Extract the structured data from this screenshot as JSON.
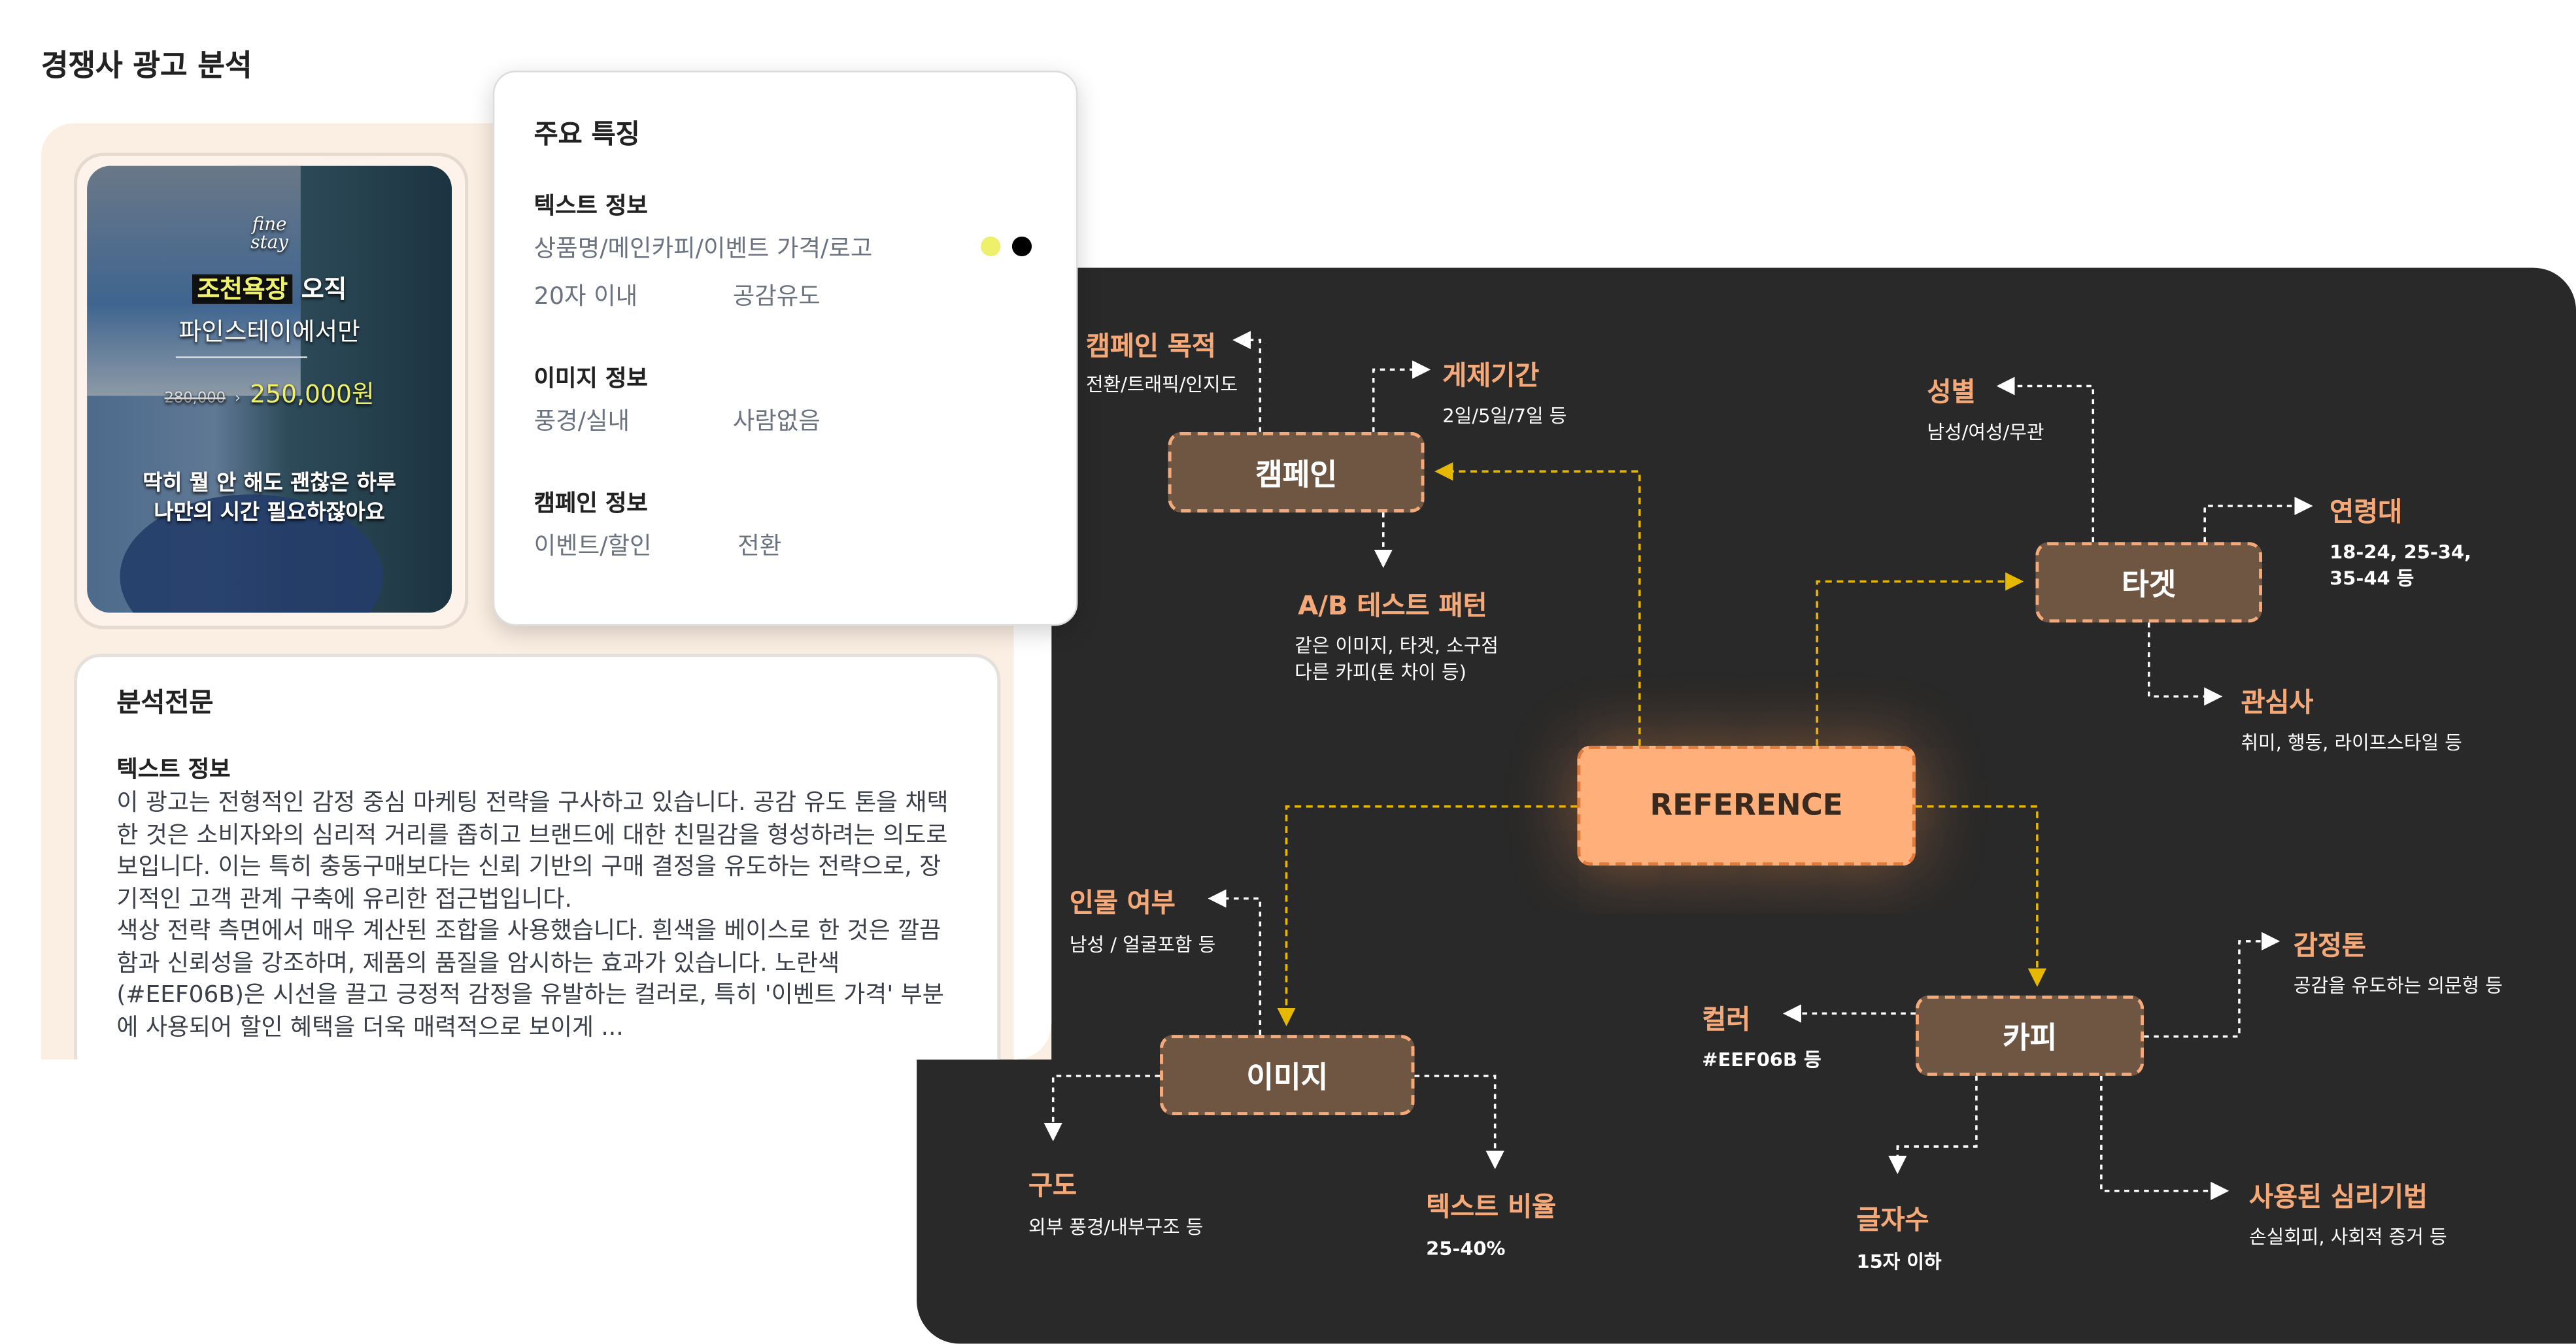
{
  "page_title": "경쟁사 광고 분석",
  "ad": {
    "logo": "fine\nstay",
    "highlight": "조천욕장",
    "headline_rest": " 오직",
    "headline_line2": "파인스테이에서만",
    "price_old": "280,000",
    "price_new": "250,000원",
    "copy_line1": "딱히 뭘 안 해도 괜찮은 하루",
    "copy_line2": "나만의 시간 필요하잖아요"
  },
  "features": {
    "title": "주요 특징",
    "text_info": {
      "heading": "텍스트 정보",
      "elements": "상품명/메인카피/이벤트 가격/로고",
      "length": "20자 이내",
      "tone": "공감유도"
    },
    "image_info": {
      "heading": "이미지 정보",
      "scene": "풍경/실내",
      "people": "사람없음"
    },
    "campaign_info": {
      "heading": "캠페인 정보",
      "type": "이벤트/할인",
      "goal": "전환"
    },
    "colors": [
      "#EEF06B",
      "#000000"
    ]
  },
  "analysis": {
    "title": "분석전문",
    "section": "텍스트 정보",
    "body": "이 광고는 전형적인 감정 중심 마케팅 전략을 구사하고 있습니다. 공감 유도 톤을 채택한 것은 소비자와의 심리적 거리를 좁히고 브랜드에 대한 친밀감을 형성하려는 의도로 보입니다. 이는 특히 충동구매보다는 신뢰 기반의 구매 결정을 유도하는 전략으로, 장기적인 고객 관계 구축에 유리한 접근법입니다.\n색상 전략 측면에서 매우 계산된 조합을 사용했습니다. 흰색을 베이스로 한 것은 깔끔함과 신뢰성을 강조하며, 제품의 품질을 암시하는 효과가 있습니다. 노란색(#EEF06B)은 시선을 끌고 긍정적 감정을 유발하는 컬러로, 특히 '이벤트 가격' 부분에 사용되어 할인 혜택을 더욱 매력적으로 보이게 ..."
  },
  "diagram": {
    "center": "REFERENCE",
    "nodes": {
      "campaign": "캠페인",
      "target": "타겟",
      "image": "이미지",
      "copy": "카피"
    },
    "labels": {
      "campaign_goal": {
        "title": "캠페인 목적",
        "sub": "전환/트래픽/인지도"
      },
      "period": {
        "title": "게제기간",
        "sub": "2일/5일/7일 등"
      },
      "ab_test": {
        "title": "A/B 테스트 패턴",
        "sub": "같은 이미지, 타겟, 소구점\n다른 카피(톤 차이 등)"
      },
      "gender": {
        "title": "성별",
        "sub": "남성/여성/무관"
      },
      "age": {
        "title": "연령대",
        "sub": "18-24, 25-34,\n35-44 등"
      },
      "interest": {
        "title": "관심사",
        "sub": "취미, 행동, 라이프스타일 등"
      },
      "person": {
        "title": "인물 여부",
        "sub": "남성 / 얼굴포함 등"
      },
      "composition": {
        "title": "구도",
        "sub": "외부 풍경/내부구조 등"
      },
      "text_ratio": {
        "title": "텍스트 비율",
        "sub": "25-40%"
      },
      "color": {
        "title": "컬러",
        "sub": "#EEF06B 등"
      },
      "emotion": {
        "title": "감정톤",
        "sub": "공감을 유도하는 의문형 등"
      },
      "length": {
        "title": "글자수",
        "sub": "15자 이하"
      },
      "psych": {
        "title": "사용된 심리기법",
        "sub": "손실회피, 사회적 증거 등"
      }
    },
    "colors": {
      "node_bg": "#6E5642",
      "accent": "#F5A878",
      "reference_bg": "#FFB07A",
      "link_yellow": "#E6B800",
      "panel_bg": "#292929"
    }
  }
}
